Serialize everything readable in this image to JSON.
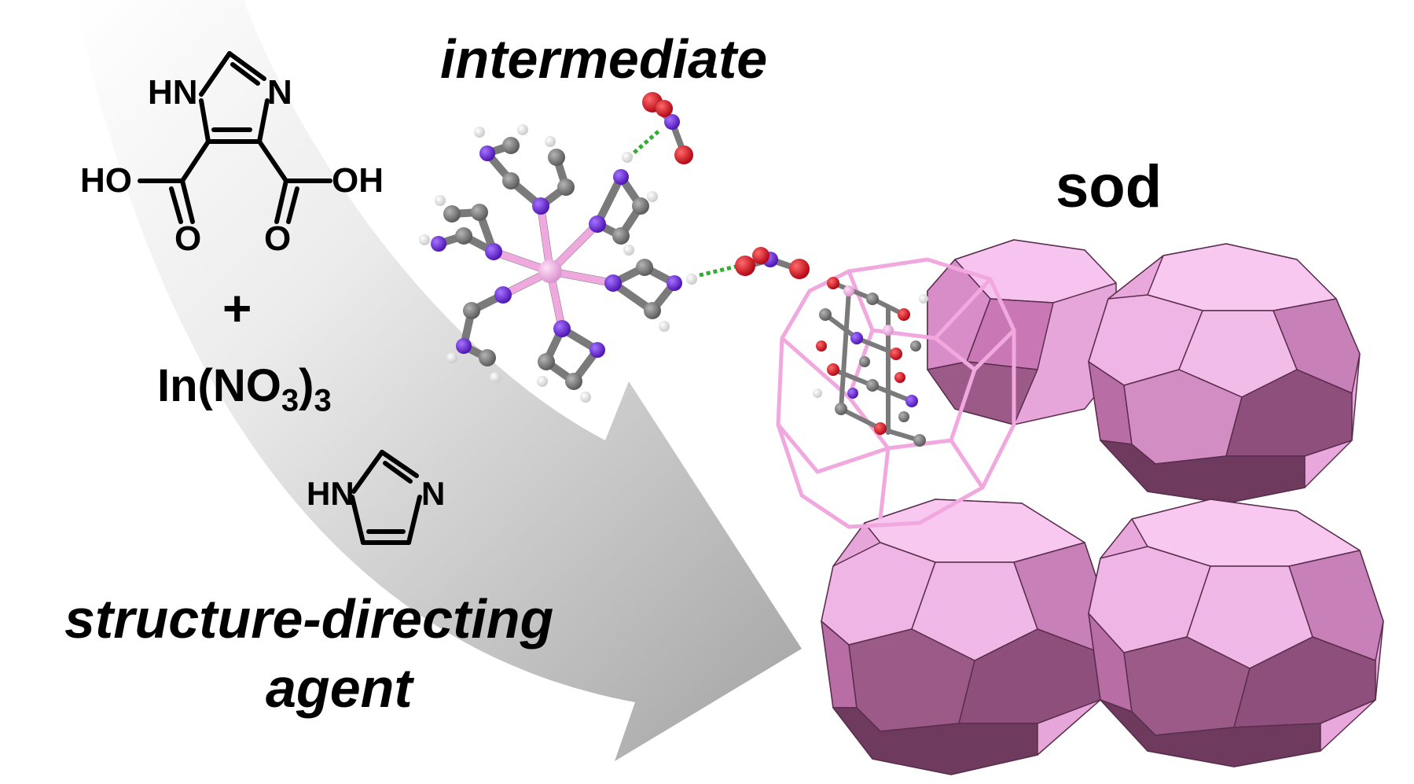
{
  "labels": {
    "intermediate": "intermediate",
    "sod": "sod",
    "plus": "+",
    "salt_main": "In(NO",
    "salt_sub1": "3",
    "salt_close": ")",
    "salt_sub2": "3",
    "sda_line1": "structure-directing",
    "sda_line2": "agent"
  },
  "molecule_ligand": {
    "atoms": [
      "HN",
      "N",
      "HO",
      "OH",
      "O",
      "O"
    ]
  },
  "molecule_imidazole": {
    "atoms": [
      "HN",
      "N"
    ]
  },
  "colors": {
    "arrow_light": "#f4f4f4",
    "arrow_dark": "#9a9a9a",
    "carbon": "#6e6e6e",
    "nitrogen": "#6a1bdc",
    "oxygen": "#e8001c",
    "hydrogen": "#ffffff",
    "indium": "#f0b8e6",
    "hbond": "#2fae2f",
    "cage_light": "#f7bcef",
    "cage_mid": "#dc86c6",
    "cage_dark": "#9b5a87",
    "cage_darkest": "#6e3b5f",
    "wire": "#f0a8de"
  }
}
